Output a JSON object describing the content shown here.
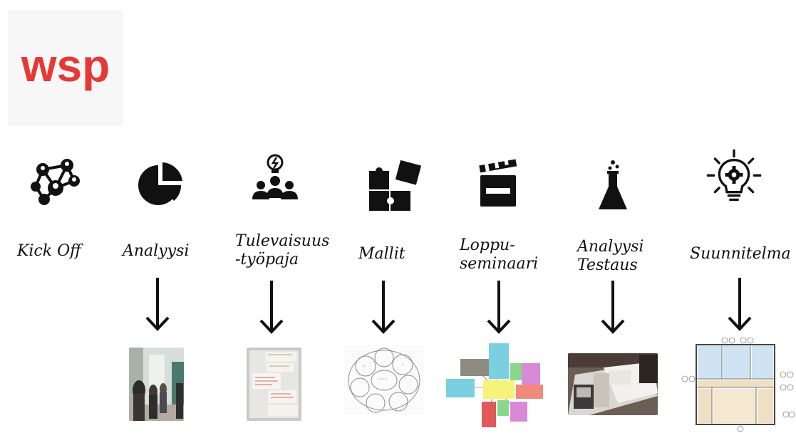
{
  "logo": {
    "text": "wsp",
    "color": "#e53935"
  },
  "steps": [
    {
      "icon": "network-people-icon",
      "label": "Kick Off"
    },
    {
      "icon": "pie-chart-icon",
      "label": "Analyysi"
    },
    {
      "icon": "team-idea-icon",
      "label": "Tulevaisuus\n-työpaja"
    },
    {
      "icon": "puzzle-icon",
      "label": "Mallit"
    },
    {
      "icon": "clapperboard-icon",
      "label": "Loppu-\nseminaari"
    },
    {
      "icon": "flask-icon",
      "label": "Analyysi\nTestaus"
    },
    {
      "icon": "lightbulb-gear-icon",
      "label": "Suunnitelma"
    }
  ],
  "images": [
    {
      "name": "hallway-photo"
    },
    {
      "name": "whiteboard-notes-photo"
    },
    {
      "name": "sketch-diagram"
    },
    {
      "name": "colored-block-diagram"
    },
    {
      "name": "table-plans-photo"
    },
    {
      "name": "floor-plan"
    }
  ],
  "colors": {
    "accent": "#e53935",
    "icon": "#111111"
  }
}
